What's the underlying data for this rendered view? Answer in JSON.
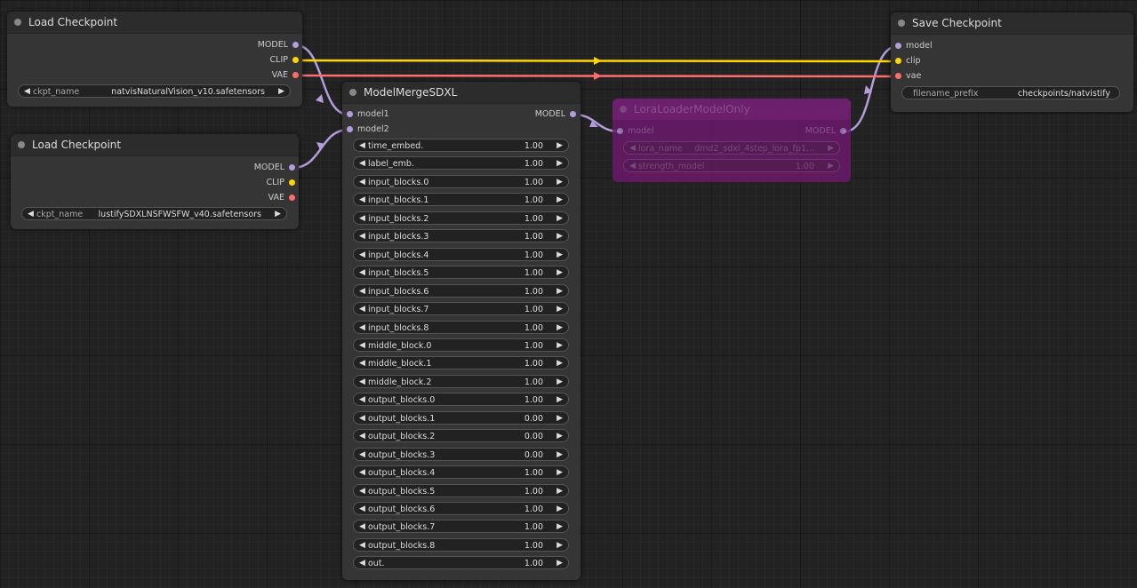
{
  "colors": {
    "model": "#b39ddb",
    "clip": "#ffd500",
    "vae": "#ff6e6e",
    "canvas": "#222222",
    "lora": "#6b1a6b"
  },
  "nodes": {
    "load1": {
      "title": "Load Checkpoint",
      "outputs": [
        "MODEL",
        "CLIP",
        "VAE"
      ],
      "widget": {
        "label": "ckpt_name",
        "value": "natvisNaturalVision_v10.safetensors"
      }
    },
    "load2": {
      "title": "Load Checkpoint",
      "outputs": [
        "MODEL",
        "CLIP",
        "VAE"
      ],
      "widget": {
        "label": "ckpt_name",
        "value": "lustifySDXLNSFWSFW_v40.safetensors"
      }
    },
    "merge": {
      "title": "ModelMergeSDXL",
      "inputs": [
        "model1",
        "model2"
      ],
      "output": "MODEL",
      "widgets": [
        {
          "label": "time_embed.",
          "value": "1.00"
        },
        {
          "label": "label_emb.",
          "value": "1.00"
        },
        {
          "label": "input_blocks.0",
          "value": "1.00"
        },
        {
          "label": "input_blocks.1",
          "value": "1.00"
        },
        {
          "label": "input_blocks.2",
          "value": "1.00"
        },
        {
          "label": "input_blocks.3",
          "value": "1.00"
        },
        {
          "label": "input_blocks.4",
          "value": "1.00"
        },
        {
          "label": "input_blocks.5",
          "value": "1.00"
        },
        {
          "label": "input_blocks.6",
          "value": "1.00"
        },
        {
          "label": "input_blocks.7",
          "value": "1.00"
        },
        {
          "label": "input_blocks.8",
          "value": "1.00"
        },
        {
          "label": "middle_block.0",
          "value": "1.00"
        },
        {
          "label": "middle_block.1",
          "value": "1.00"
        },
        {
          "label": "middle_block.2",
          "value": "1.00"
        },
        {
          "label": "output_blocks.0",
          "value": "1.00"
        },
        {
          "label": "output_blocks.1",
          "value": "0.00"
        },
        {
          "label": "output_blocks.2",
          "value": "0.00"
        },
        {
          "label": "output_blocks.3",
          "value": "0.00"
        },
        {
          "label": "output_blocks.4",
          "value": "1.00"
        },
        {
          "label": "output_blocks.5",
          "value": "1.00"
        },
        {
          "label": "output_blocks.6",
          "value": "1.00"
        },
        {
          "label": "output_blocks.7",
          "value": "1.00"
        },
        {
          "label": "output_blocks.8",
          "value": "1.00"
        },
        {
          "label": "out.",
          "value": "1.00"
        }
      ]
    },
    "lora": {
      "title": "LoraLoaderModelOnly",
      "input": "model",
      "output": "MODEL",
      "widgets": [
        {
          "label": "lora_name",
          "value": "dmd2_sdxl_4step_lora_fp1..."
        },
        {
          "label": "strength_model",
          "value": "1.00"
        }
      ]
    },
    "save": {
      "title": "Save Checkpoint",
      "inputs": [
        "model",
        "clip",
        "vae"
      ],
      "widget": {
        "label": "filename_prefix",
        "value": "checkpoints/natvistify"
      }
    }
  }
}
